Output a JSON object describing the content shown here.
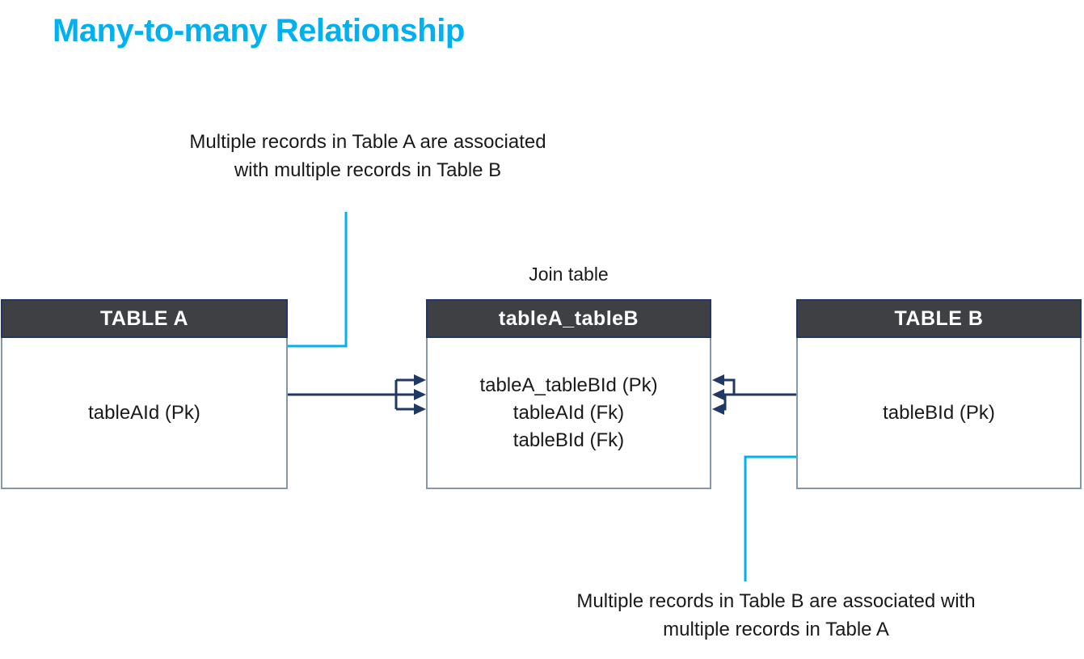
{
  "title": {
    "text": "Many-to-many Relationship"
  },
  "annotations": {
    "table_a": {
      "lines": [
        "Multiple records in Table A are associated",
        "with multiple records in Table B"
      ]
    },
    "table_b": {
      "lines": [
        "Multiple records in Table B are associated with",
        "multiple records in Table A"
      ]
    }
  },
  "join_table_label": "Join table",
  "tables": {
    "table_a": {
      "header": "TABLE A",
      "fields": [
        "tableAId (Pk)"
      ]
    },
    "join": {
      "header": "tableA_tableB",
      "fields": [
        "tableA_tableBId (Pk)",
        "tableAId (Fk)",
        "tableBId (Fk)"
      ]
    },
    "table_b": {
      "header": "TABLE B",
      "fields": [
        "tableBId (Pk)"
      ]
    }
  },
  "colors": {
    "accent_cyan": "#00B0F0",
    "connector_navy": "#1F3864",
    "header_fill": "#3E4044",
    "header_border": "#1F3864",
    "body_border": "#8496B0",
    "text_dark": "#1A1A1A"
  }
}
